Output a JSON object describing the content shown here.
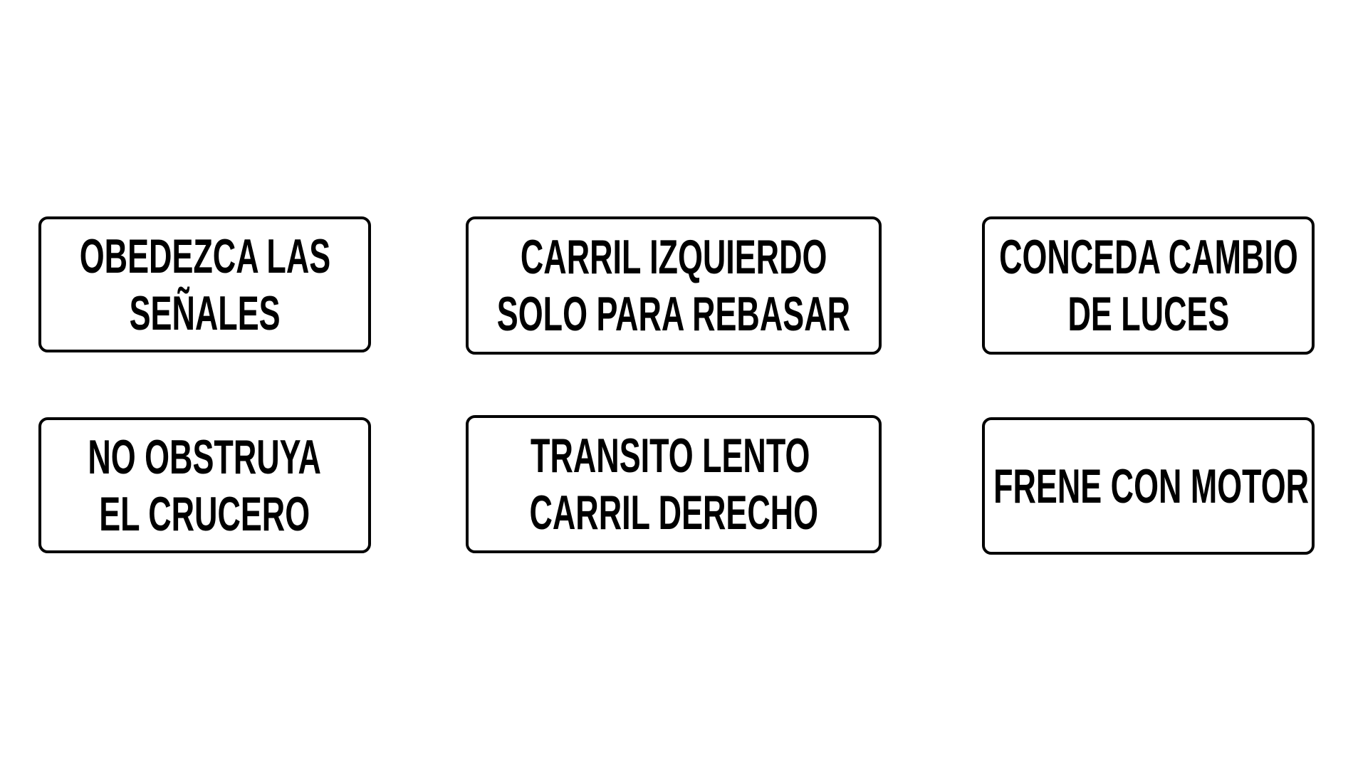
{
  "signs": [
    {
      "lines": [
        "OBEDEZCA LAS",
        "SEÑALES"
      ]
    },
    {
      "lines": [
        "CARRIL IZQUIERDO",
        "SOLO PARA REBASAR"
      ]
    },
    {
      "lines": [
        "CONCEDA CAMBIO",
        "DE LUCES"
      ]
    },
    {
      "lines": [
        "NO OBSTRUYA",
        "EL CRUCERO"
      ]
    },
    {
      "lines": [
        "TRANSITO LENTO",
        "CARRIL DERECHO"
      ]
    },
    {
      "lines": [
        "FRENE CON MOTOR"
      ]
    }
  ]
}
